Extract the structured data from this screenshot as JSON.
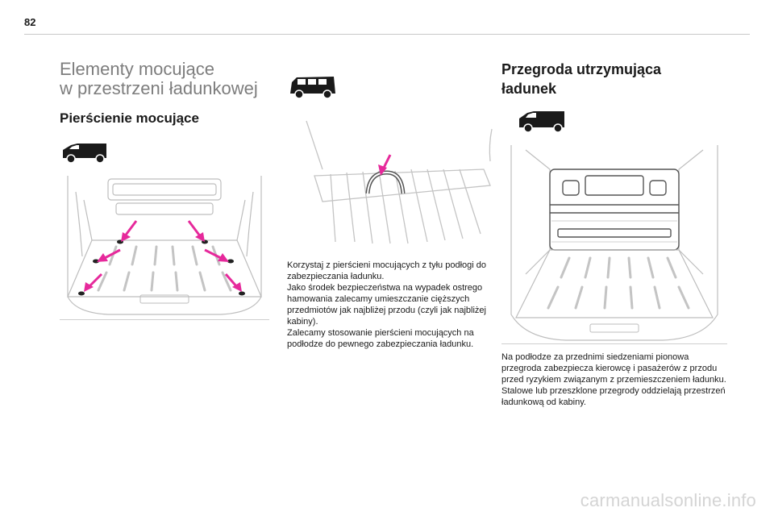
{
  "page": {
    "number": "82"
  },
  "left": {
    "title_line1": "Elementy mocujące",
    "title_line2": "w przestrzeni ładunkowej",
    "subtitle": "Pierścienie mocujące"
  },
  "middle": {
    "paragraphs": [
      "Korzystaj z pierścieni mocujących z tyłu podłogi do zabezpieczania ładunku.",
      "Jako środek bezpieczeństwa na wypadek ostrego hamowania zalecamy umieszczanie cięższych przedmiotów jak najbliżej przodu (czyli jak najbliżej kabiny).",
      "Zalecamy stosowanie pierścieni mocujących na podłodze do pewnego zabezpieczania ładunku."
    ]
  },
  "right": {
    "title_line1": "Przegroda utrzymująca",
    "title_line2": "ładunek",
    "paragraphs": [
      "Na podłodze za przednimi siedzeniami pionowa przegroda zabezpiecza kierowcę i pasażerów z przodu przed ryzykiem związanym z przemieszczeniem ładunku.",
      "Stalowe lub przeszklone przegrody oddzielają przestrzeń ładunkową od kabiny."
    ]
  },
  "watermark": "carmanualsonline.info",
  "colors": {
    "arrow": "#e6299b",
    "muted_title": "#7d7d7d",
    "line_art": "#bdbdbd"
  },
  "icons": [
    "van-icon",
    "van-passenger-icon",
    "van-icon"
  ]
}
